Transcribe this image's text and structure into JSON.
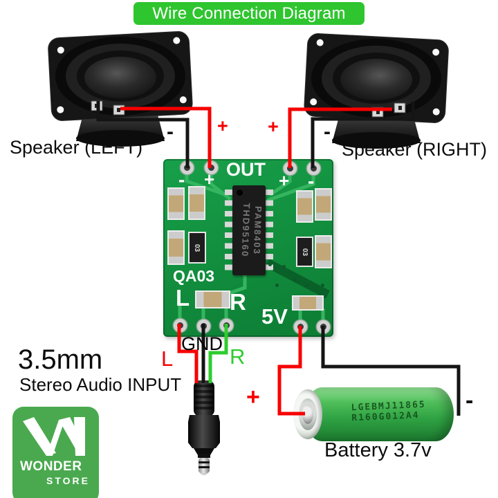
{
  "title": {
    "label": "Wire Connection Diagram"
  },
  "speakers": {
    "left_label": "Speaker (LEFT)",
    "right_label": "Speaker (RIGHT)"
  },
  "signs": {
    "plus": "+",
    "minus": "-"
  },
  "pcb": {
    "out": "OUT",
    "silk_minus": "-",
    "silk_plus": "+",
    "chip_line1": "PAM8403",
    "chip_line2": "THD95160",
    "qa03": "QA03",
    "l": "L",
    "r": "R",
    "v5": "5V",
    "res03": "03"
  },
  "audio_input": {
    "size": "3.5mm",
    "label": "Stereo Audio INPUT",
    "l": "L",
    "gnd": "GND",
    "r": "R"
  },
  "battery": {
    "label": "Battery 3.7v",
    "print_line1": "LGEBMJ11865",
    "print_line2": "R160G012A4"
  },
  "logo": {
    "line1": "WONDER",
    "line2": "STORE"
  },
  "colors": {
    "accent-green": "#2fc52f",
    "logo-green": "#4aa94f",
    "pcb-green": "#12903f",
    "trace-green": "#35b55f",
    "battery-green": "#2fa243",
    "wire-red": "#f70000",
    "wire-black": "#141414",
    "wire-green": "#2ecc2e"
  }
}
